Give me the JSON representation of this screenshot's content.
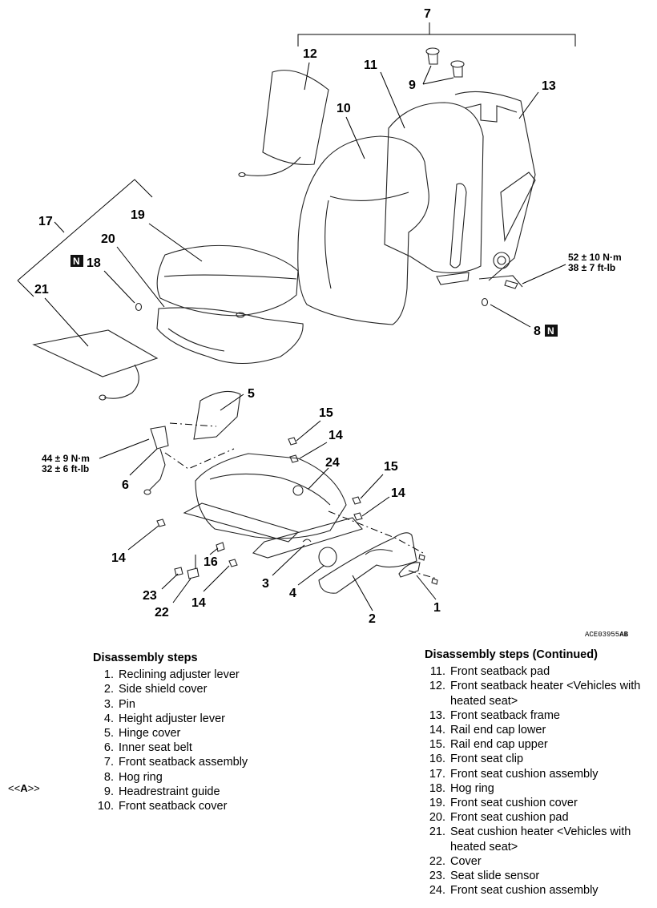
{
  "callouts": {
    "c1": "1",
    "c2": "2",
    "c3": "3",
    "c4": "4",
    "c5": "5",
    "c6": "6",
    "c7": "7",
    "c8": "8",
    "c9": "9",
    "c10": "10",
    "c11": "11",
    "c12": "12",
    "c13": "13",
    "c14a": "14",
    "c14b": "14",
    "c14c": "14",
    "c14d": "14",
    "c15a": "15",
    "c15b": "15",
    "c16": "16",
    "c17": "17",
    "c18": "18",
    "c19": "19",
    "c20": "20",
    "c21": "21",
    "c22": "22",
    "c23": "23",
    "c24": "24"
  },
  "torques": {
    "upper_nm": "52 ± 10 N·m",
    "upper_ftlb": "38 ± 7 ft-lb",
    "lower_nm": "44 ± 9 N·m",
    "lower_ftlb": "32 ± 6 ft-lb"
  },
  "new_part_mark": "N",
  "figure_code": "ACE03955",
  "figure_suffix": "AB",
  "service_ref": {
    "prefix": "<<",
    "letter": "A",
    "suffix": ">>"
  },
  "steps_left": {
    "heading": "Disassembly steps",
    "items": [
      {
        "n": "1.",
        "t": "Reclining adjuster lever"
      },
      {
        "n": "2.",
        "t": "Side shield cover"
      },
      {
        "n": "3.",
        "t": "Pin"
      },
      {
        "n": "4.",
        "t": "Height adjuster lever"
      },
      {
        "n": "5.",
        "t": "Hinge cover"
      },
      {
        "n": "6.",
        "t": "Inner seat belt"
      },
      {
        "n": "7.",
        "t": "Front seatback assembly"
      },
      {
        "n": "8.",
        "t": "Hog ring"
      },
      {
        "n": "9.",
        "t": "Headrestraint guide"
      },
      {
        "n": "10.",
        "t": "Front seatback cover"
      }
    ]
  },
  "steps_right": {
    "heading": "Disassembly steps (Continued)",
    "items": [
      {
        "n": "11.",
        "t": "Front seatback pad"
      },
      {
        "n": "12.",
        "t": "Front seatback heater <Vehicles with heated seat>"
      },
      {
        "n": "13.",
        "t": "Front seatback frame"
      },
      {
        "n": "14.",
        "t": "Rail end cap lower"
      },
      {
        "n": "15.",
        "t": "Rail end cap upper"
      },
      {
        "n": "16.",
        "t": "Front seat clip"
      },
      {
        "n": "17.",
        "t": "Front seat cushion assembly"
      },
      {
        "n": "18.",
        "t": "Hog ring"
      },
      {
        "n": "19.",
        "t": "Front seat cushion cover"
      },
      {
        "n": "20.",
        "t": "Front seat cushion pad"
      },
      {
        "n": "21.",
        "t": "Seat cushion heater <Vehicles with heated seat>"
      },
      {
        "n": "22.",
        "t": "Cover"
      },
      {
        "n": "23.",
        "t": "Seat slide sensor"
      },
      {
        "n": "24.",
        "t": "Front seat cushion assembly"
      }
    ]
  }
}
